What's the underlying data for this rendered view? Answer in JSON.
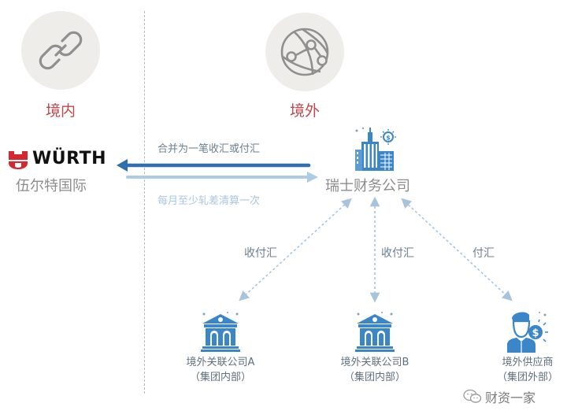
{
  "regions": {
    "domestic": {
      "label": "境内",
      "icon": "link-icon"
    },
    "overseas": {
      "label": "境外",
      "icon": "globe-network-icon"
    }
  },
  "colors": {
    "region_label": "#c0474c",
    "icon_circle_bg": "#efedea",
    "arrow_dark": "#2f6faf",
    "arrow_light": "#aecbe6",
    "dashed_connector": "#a8c4dc",
    "icon_blue": "#3a86c8",
    "logo_red": "#d7262e"
  },
  "left_entity": {
    "logo_text": "WÜRTH",
    "name": "伍尔特国际"
  },
  "hub": {
    "name": "瑞士财务公司",
    "icon": "office-buildings-icon"
  },
  "flows": {
    "outbound_label": "合并为一笔收汇或付汇",
    "inbound_label": "每月至少轧差清算一次"
  },
  "nodes": [
    {
      "name": "境外关联公司A",
      "sub": "（集团内部）",
      "icon": "bank-icon",
      "edge_label": "收付汇"
    },
    {
      "name": "境外关联公司B",
      "sub": "（集团内部）",
      "icon": "bank-icon",
      "edge_label": "收付汇"
    },
    {
      "name": "境外供应商",
      "sub": "（集团外部）",
      "icon": "supplier-person-icon",
      "edge_label": "付汇"
    }
  ],
  "watermark": {
    "text": "财资一家",
    "icon": "wechat-icon"
  }
}
